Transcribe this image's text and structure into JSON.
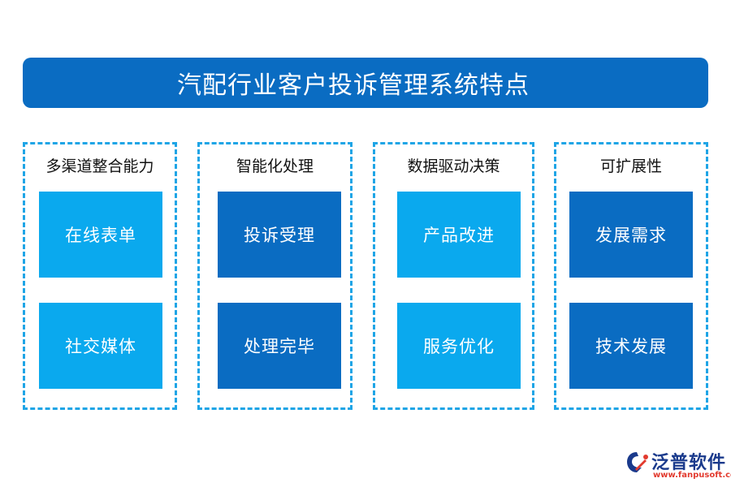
{
  "title": "汽配行业客户投诉管理系统特点",
  "columns": [
    {
      "heading": "多渠道整合能力",
      "items": [
        "在线表单",
        "社交媒体"
      ]
    },
    {
      "heading": "智能化处理",
      "items": [
        "投诉受理",
        "处理完毕"
      ]
    },
    {
      "heading": "数据驱动决策",
      "items": [
        "产品改进",
        "服务优化"
      ]
    },
    {
      "heading": "可扩展性",
      "items": [
        "发展需求",
        "技术发展"
      ]
    }
  ],
  "logo": {
    "name": "泛普软件",
    "url": "www.fanpusoft.com",
    "icon": "fanpu-logo-icon"
  },
  "colors": {
    "title_bg": "#0a6cc2",
    "box_light": "#0aa9ee",
    "box_dark": "#0a6cc2",
    "dash_border": "#1fa5e6"
  }
}
